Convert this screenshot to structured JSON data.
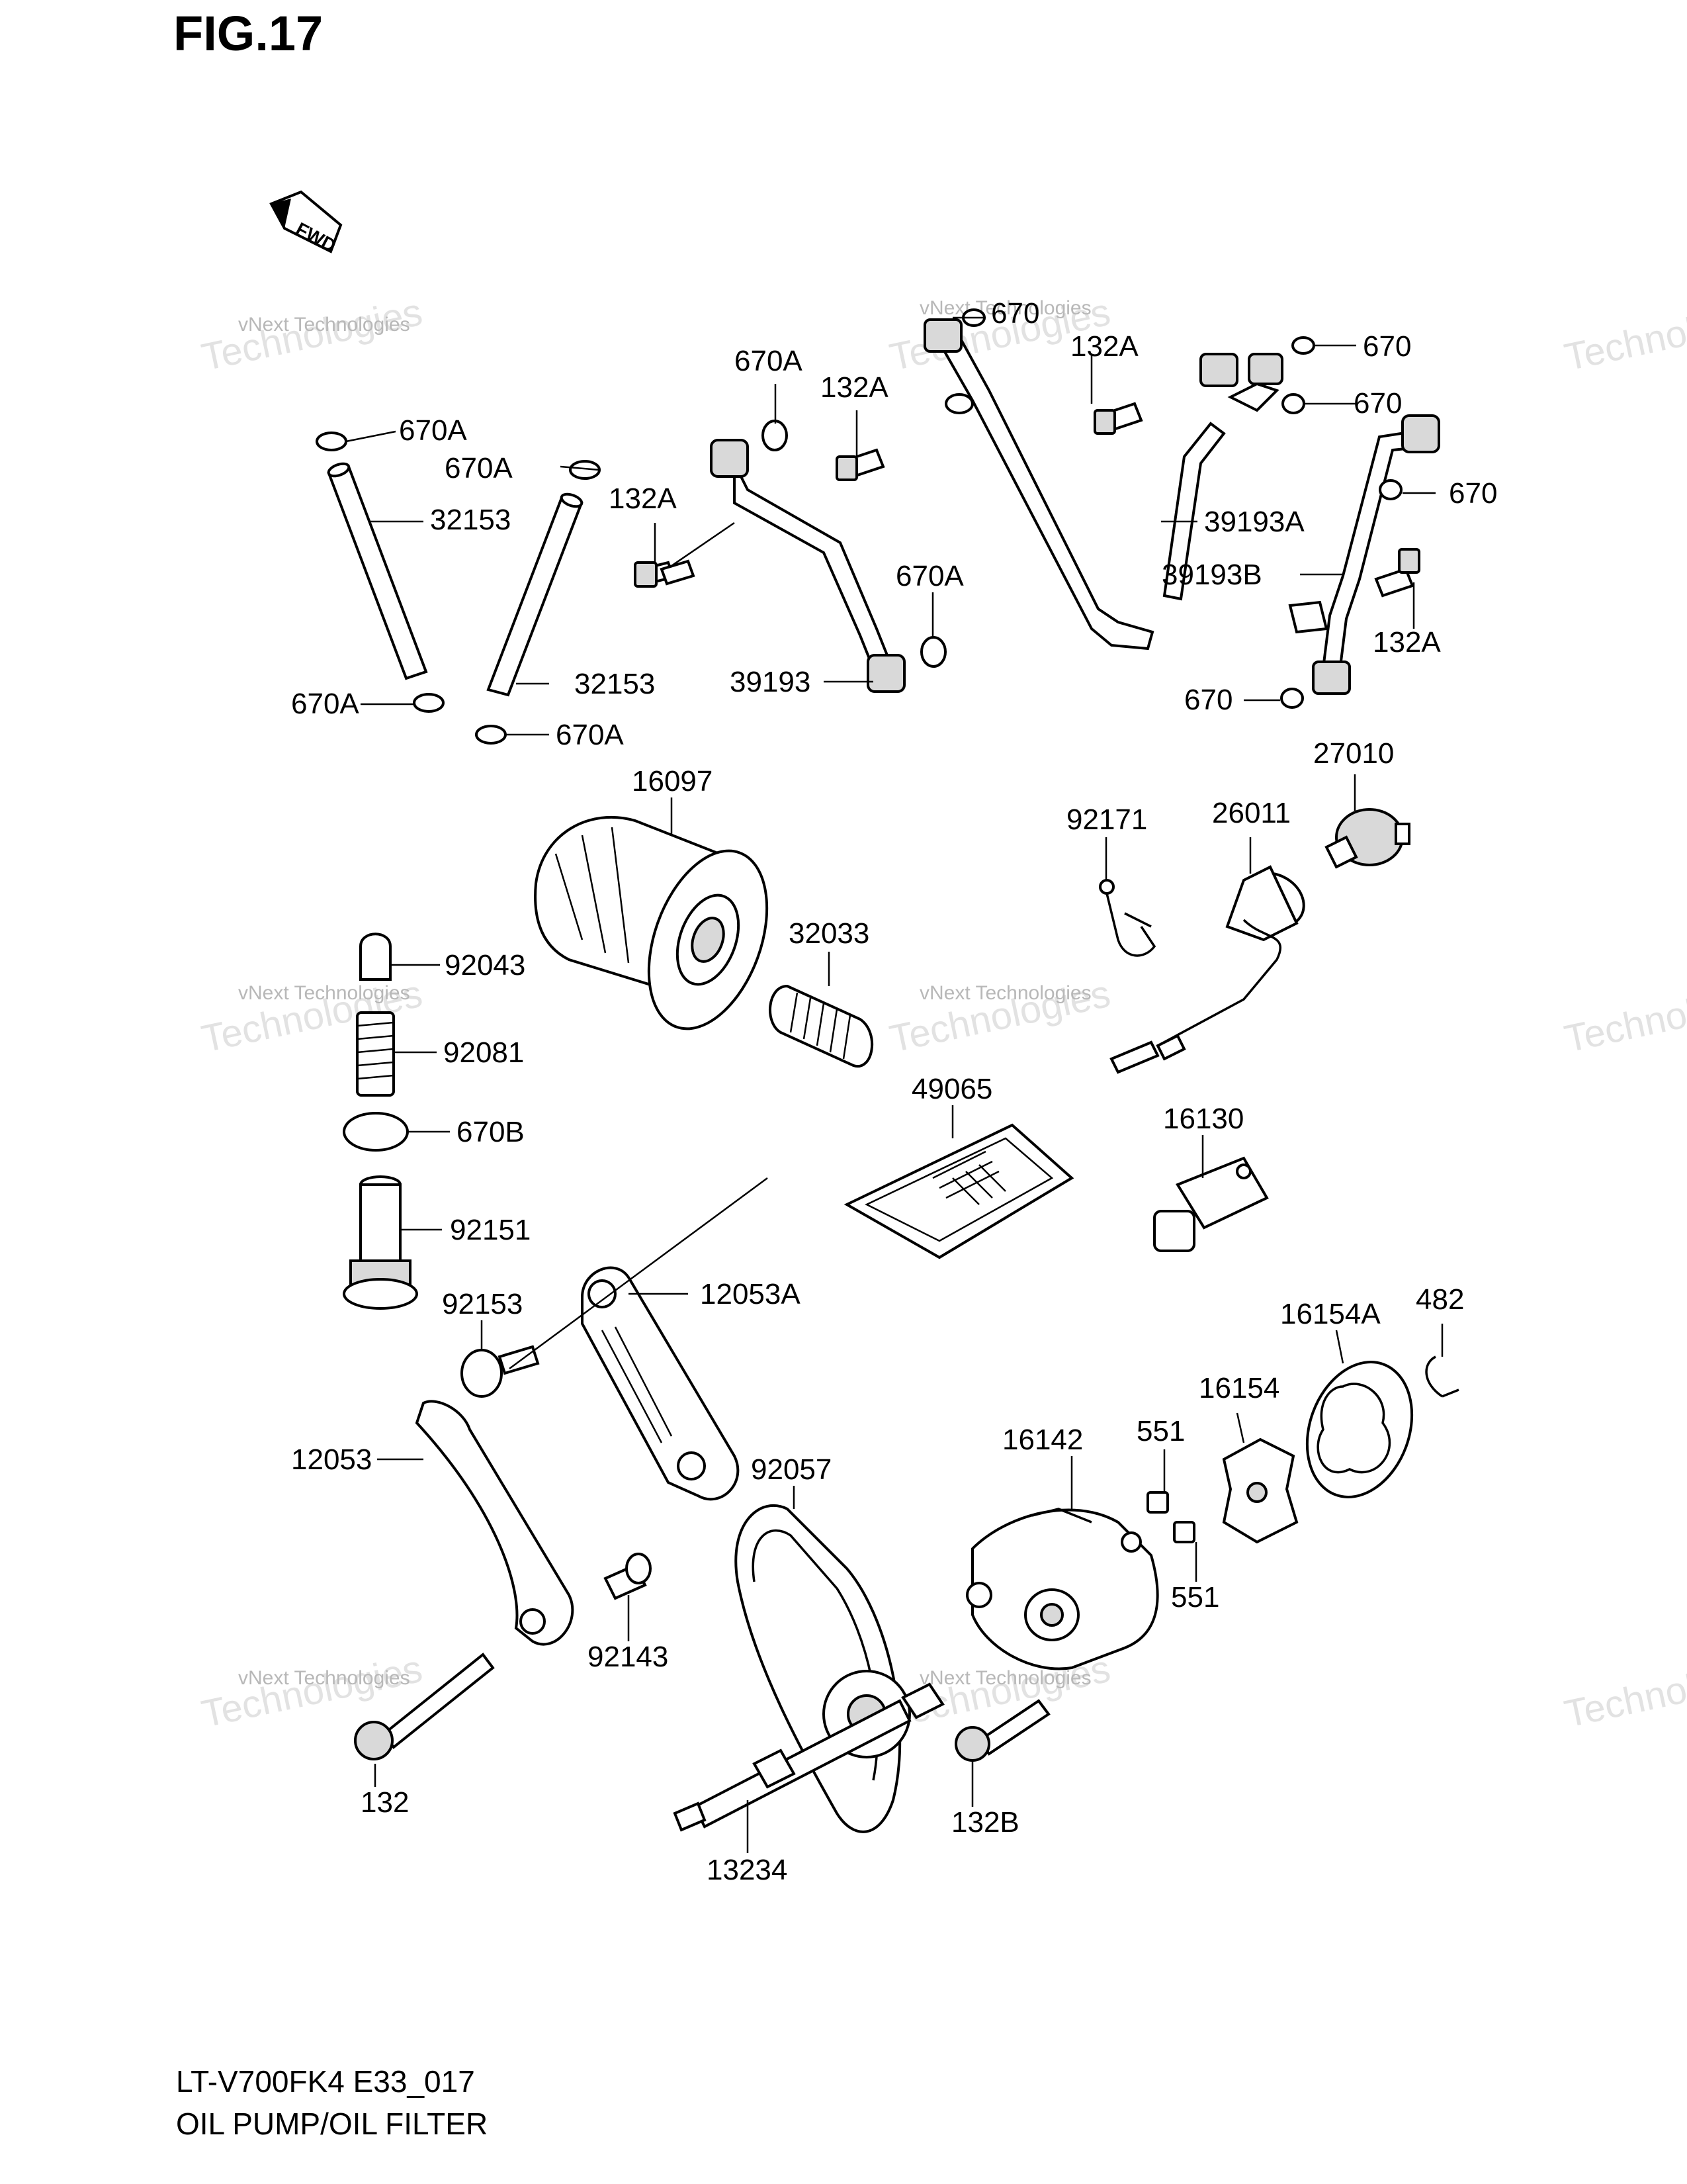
{
  "figure": {
    "title": "FIG.17",
    "fwd_label": "FWD"
  },
  "watermark": {
    "line1": "vNext Technologies",
    "line2": "Technologies",
    "line3": "vNext"
  },
  "footer": {
    "model_code": "LT-V700FK4 E33_017",
    "section_name": "OIL PUMP/OIL FILTER"
  },
  "callouts": [
    "670A",
    "670A",
    "32153",
    "32153",
    "670A",
    "670A",
    "670A",
    "132A",
    "132A",
    "670A",
    "39193",
    "670",
    "132A",
    "670",
    "670",
    "670",
    "39193A",
    "39193B",
    "132A",
    "670",
    "16097",
    "32033",
    "92171",
    "26011",
    "27010",
    "92043",
    "92081",
    "670B",
    "92151",
    "49065",
    "16130",
    "92153",
    "12053A",
    "12053",
    "92057",
    "92143",
    "132",
    "13234",
    "16142",
    "551",
    "551",
    "132B",
    "16154",
    "16154A",
    "482"
  ]
}
